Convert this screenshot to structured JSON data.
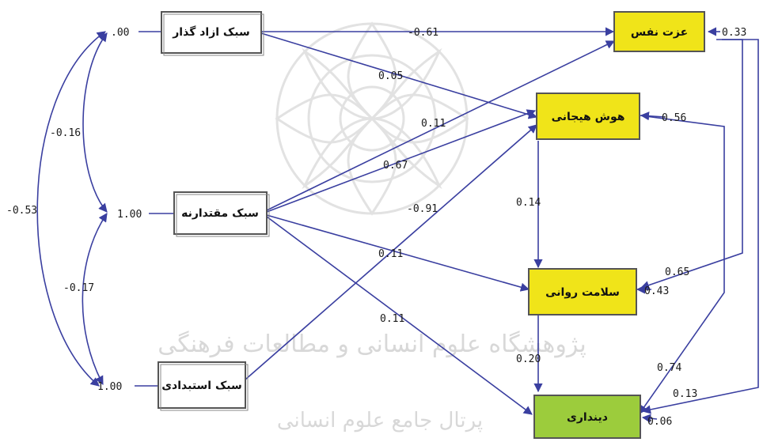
{
  "colors": {
    "line": "#3a3fa0",
    "observed_fill": "#ffffff",
    "latent_fill": "#f0e419",
    "outcome_fill": "#9ccc3c",
    "node_border": "#555555",
    "watermark": "#d3d3d3"
  },
  "nodes": {
    "permissive": "سبک ازاد گذار",
    "authoritative": "سبک مقتدارنه",
    "authoritarian": "سبک استبدادی",
    "self_esteem": "عزت نفس",
    "emotional_intelligence": "هوش هیجانی",
    "mental_health": "سلامت روانی",
    "religiosity": "دینداری"
  },
  "variances": {
    "permissive": ".00",
    "authoritative": "1.00",
    "authoritarian": "1.00"
  },
  "covariances": {
    "perm_auth": "-0.16",
    "auth_autr": "-0.17",
    "perm_autr": "-0.53"
  },
  "paths": {
    "perm_self": "-0.61",
    "perm_emo": "0.05",
    "auth_self": "0.11",
    "auth_emo": "0.67",
    "autr_emo": "-0.91",
    "auth_mental": "0.11",
    "auth_relig": "0.11",
    "emo_mental": "0.14",
    "mental_relig": "0.20",
    "self_mental": "0.65",
    "self_relig": "0.13",
    "emo_relig": "0.74"
  },
  "errors": {
    "self_esteem": "0.33",
    "emotional_intelligence": "0.56",
    "mental_health": "0.43",
    "religiosity": "0.06"
  },
  "watermark": {
    "line1": "پژوهشگاه علوم انسانی و مطالعات فرهنگی",
    "line2": "پرتال جامع علوم انسانی"
  }
}
